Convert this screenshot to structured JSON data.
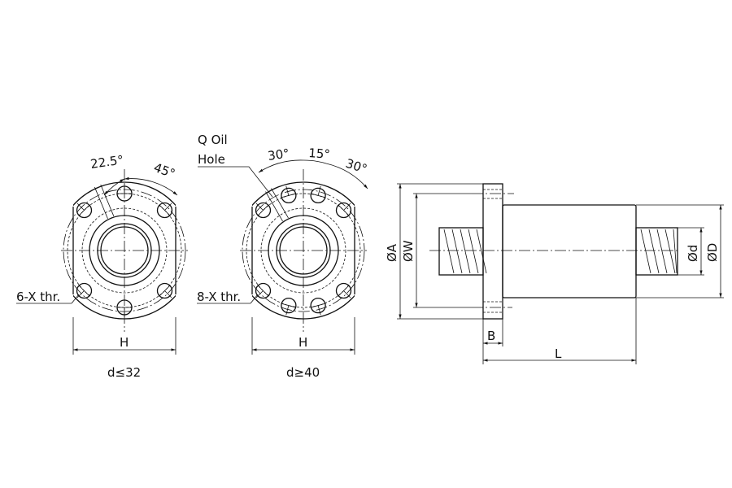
{
  "left_view": {
    "angle_a": "22.5°",
    "angle_b": "45°",
    "thread_label": "6-X thr.",
    "width_label": "H",
    "caption": "d≤32"
  },
  "right_view": {
    "oil_hole_line1": "Q Oil",
    "oil_hole_line2": "Hole",
    "angle_a": "30°",
    "angle_b": "15°",
    "angle_c": "30°",
    "thread_label": "8-X thr.",
    "width_label": "H",
    "caption": "d≥40"
  },
  "side_view": {
    "dim_A": "ØA",
    "dim_W": "ØW",
    "dim_d": "Ød",
    "dim_D": "ØD",
    "dim_B": "B",
    "dim_L": "L"
  },
  "colors": {
    "fill": "#e8e8e8",
    "line": "#111111"
  }
}
